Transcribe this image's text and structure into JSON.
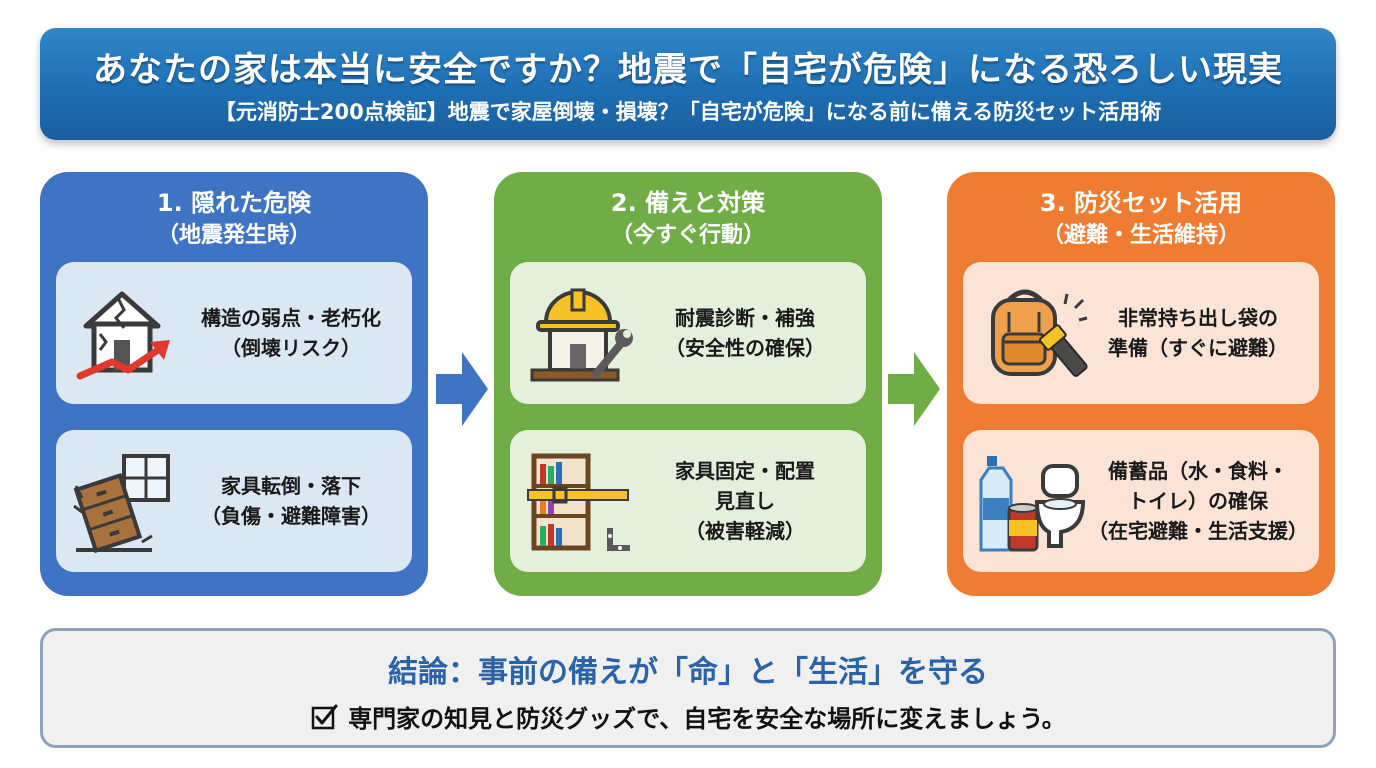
{
  "header": {
    "title": "あなたの家は本当に安全ですか？地震で「自宅が危険」になる恐ろしい現実",
    "subtitle": "【元消防士200点検証】地震で家屋倒壊・損壊？「自宅が危険」になる前に備える防災セット活用術"
  },
  "columns": [
    {
      "heading": "1. 隠れた危険",
      "subheading": "（地震発生時）",
      "color": "#3f74c4",
      "cards": [
        {
          "icon": "cracked-house-icon",
          "lines": [
            "構造の弱点・老朽化",
            "（倒壊リスク）"
          ]
        },
        {
          "icon": "falling-furniture-icon",
          "lines": [
            "家具転倒・落下",
            "（負傷・避難障害）"
          ]
        }
      ]
    },
    {
      "heading": "2. 備えと対策",
      "subheading": "（今すぐ行動）",
      "color": "#70ad47",
      "cards": [
        {
          "icon": "helmet-house-wrench-icon",
          "lines": [
            "耐震診断・補強",
            "（安全性の確保）"
          ]
        },
        {
          "icon": "secured-shelf-icon",
          "lines": [
            "家具固定・配置",
            "見直し",
            "（被害軽減）"
          ]
        }
      ]
    },
    {
      "heading": "3. 防災セット活用",
      "subheading": "（避難・生活維持）",
      "color": "#ee7d33",
      "cards": [
        {
          "icon": "backpack-flashlight-icon",
          "lines": [
            "非常持ち出し袋の",
            "準備（すぐに避難）"
          ]
        },
        {
          "icon": "water-food-toilet-icon",
          "lines": [
            "備蓄品（水・食料・",
            "トイレ）の確保",
            "（在宅避難・生活支援）"
          ]
        }
      ]
    }
  ],
  "conclusion": {
    "title": "結論：事前の備えが「命」と「生活」を守る",
    "text": "専門家の知見と防災グッズで、自宅を安全な場所に変えましょう。",
    "icon": "checkbox-icon"
  }
}
